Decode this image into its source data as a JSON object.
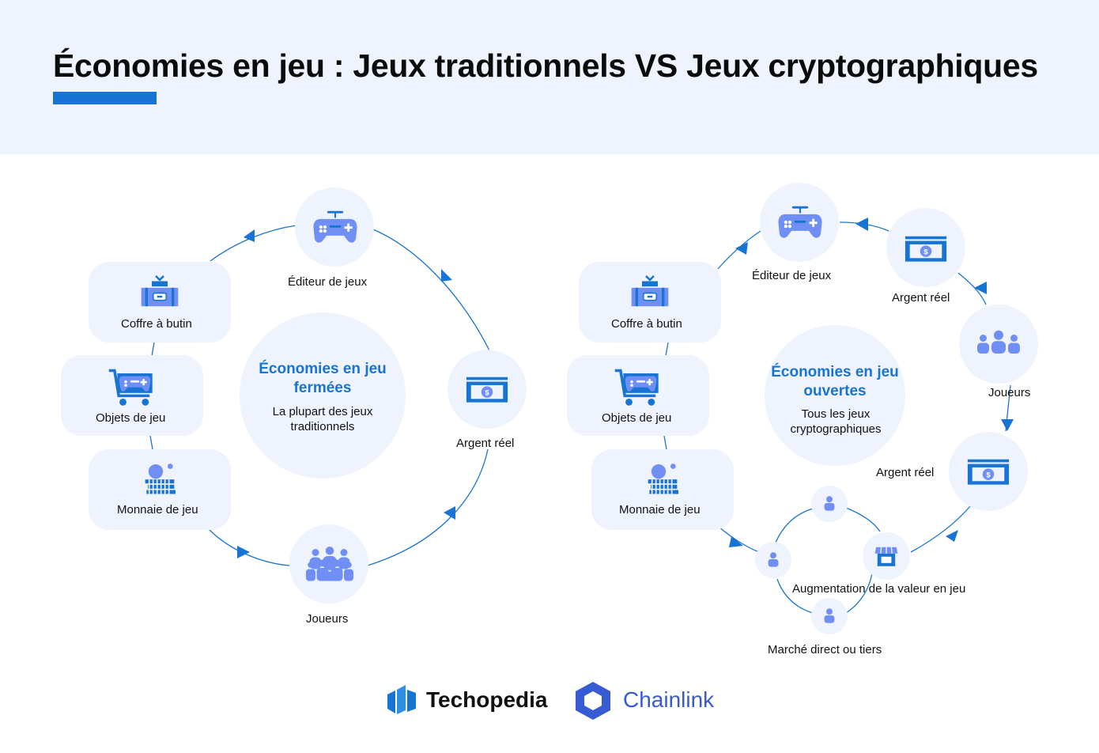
{
  "title": "Économies en jeu : Jeux traditionnels VS Jeux cryptographiques",
  "left": {
    "center_title": "Économies en jeu fermées",
    "center_subtitle": "La plupart des jeux traditionnels",
    "publisher": "Éditeur de jeux",
    "real_money": "Argent réel",
    "players": "Joueurs",
    "loot_box": "Coffre à butin",
    "game_items": "Objets de jeu",
    "game_currency": "Monnaie de jeu"
  },
  "right": {
    "center_title": "Économies en jeu ouvertes",
    "center_subtitle": "Tous les jeux cryptographiques",
    "publisher": "Éditeur de jeux",
    "real_money_top": "Argent réel",
    "players": "Joueurs",
    "real_money_mid": "Argent réel",
    "loot_box": "Coffre à butin",
    "game_items": "Objets de jeu",
    "game_currency": "Monnaie de jeu",
    "value_increase": "Augmentation de la valeur en jeu",
    "market": "Marché direct ou tiers"
  },
  "logos": {
    "techopedia": "Techopedia",
    "chainlink": "Chainlink"
  },
  "colors": {
    "accent": "#1874d2",
    "icon_blue": "#6f8ff5",
    "circle_bg": "#eef3fd",
    "header_bg": "#eef3fd",
    "chainlink": "#375bd2"
  }
}
